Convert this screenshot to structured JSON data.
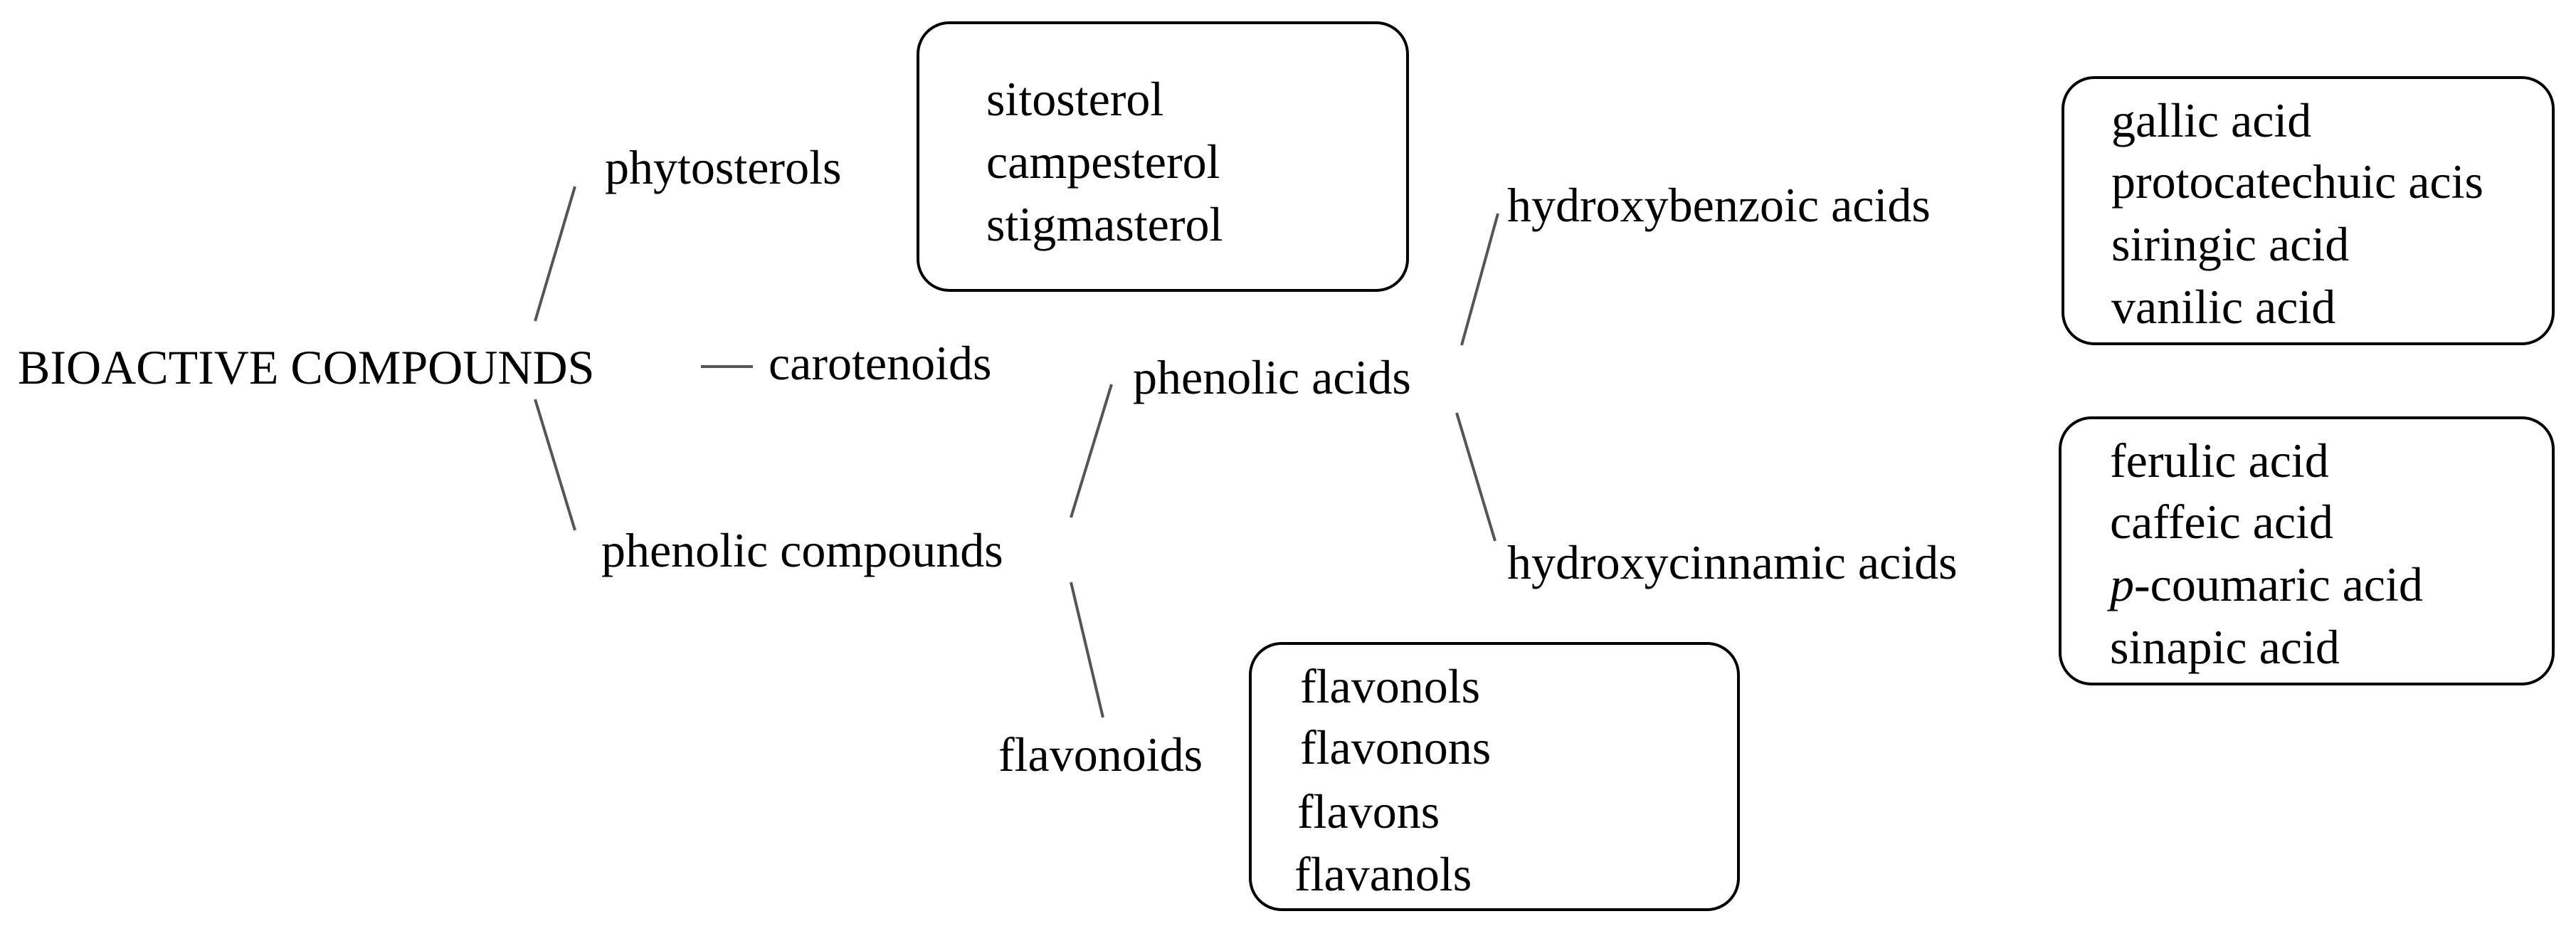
{
  "nodes": {
    "root": "BIOACTIVE COMPOUNDS",
    "phytosterols": "phytosterols",
    "carotenoids": "carotenoids",
    "phenolic_compounds": "phenolic compounds",
    "phenolic_acids": "phenolic acids",
    "flavonoids": "flavonoids",
    "hydroxybenzoic_acids": "hydroxybenzoic acids",
    "hydroxycinnamic_acids": "hydroxycinnamic acids"
  },
  "boxes": {
    "phytosterols": [
      "sitosterol",
      "campesterol",
      "stigmasterol"
    ],
    "flavonoids": [
      "flavonols",
      "flavonons",
      "flavons",
      "flavanols"
    ],
    "hydroxybenzoic": [
      "gallic acid",
      "protocatechuic acis",
      "siringic acid",
      "vanilic acid"
    ],
    "hydroxycinnamic": {
      "ferulic": "ferulic acid",
      "caffeic": "caffeic acid",
      "p_prefix": "p",
      "coumaric": "-coumaric acid",
      "sinapic": "sinapic acid"
    }
  },
  "colors": {
    "text": "#000000",
    "connector": "#555555",
    "box_border": "#000000",
    "background": "#ffffff"
  }
}
